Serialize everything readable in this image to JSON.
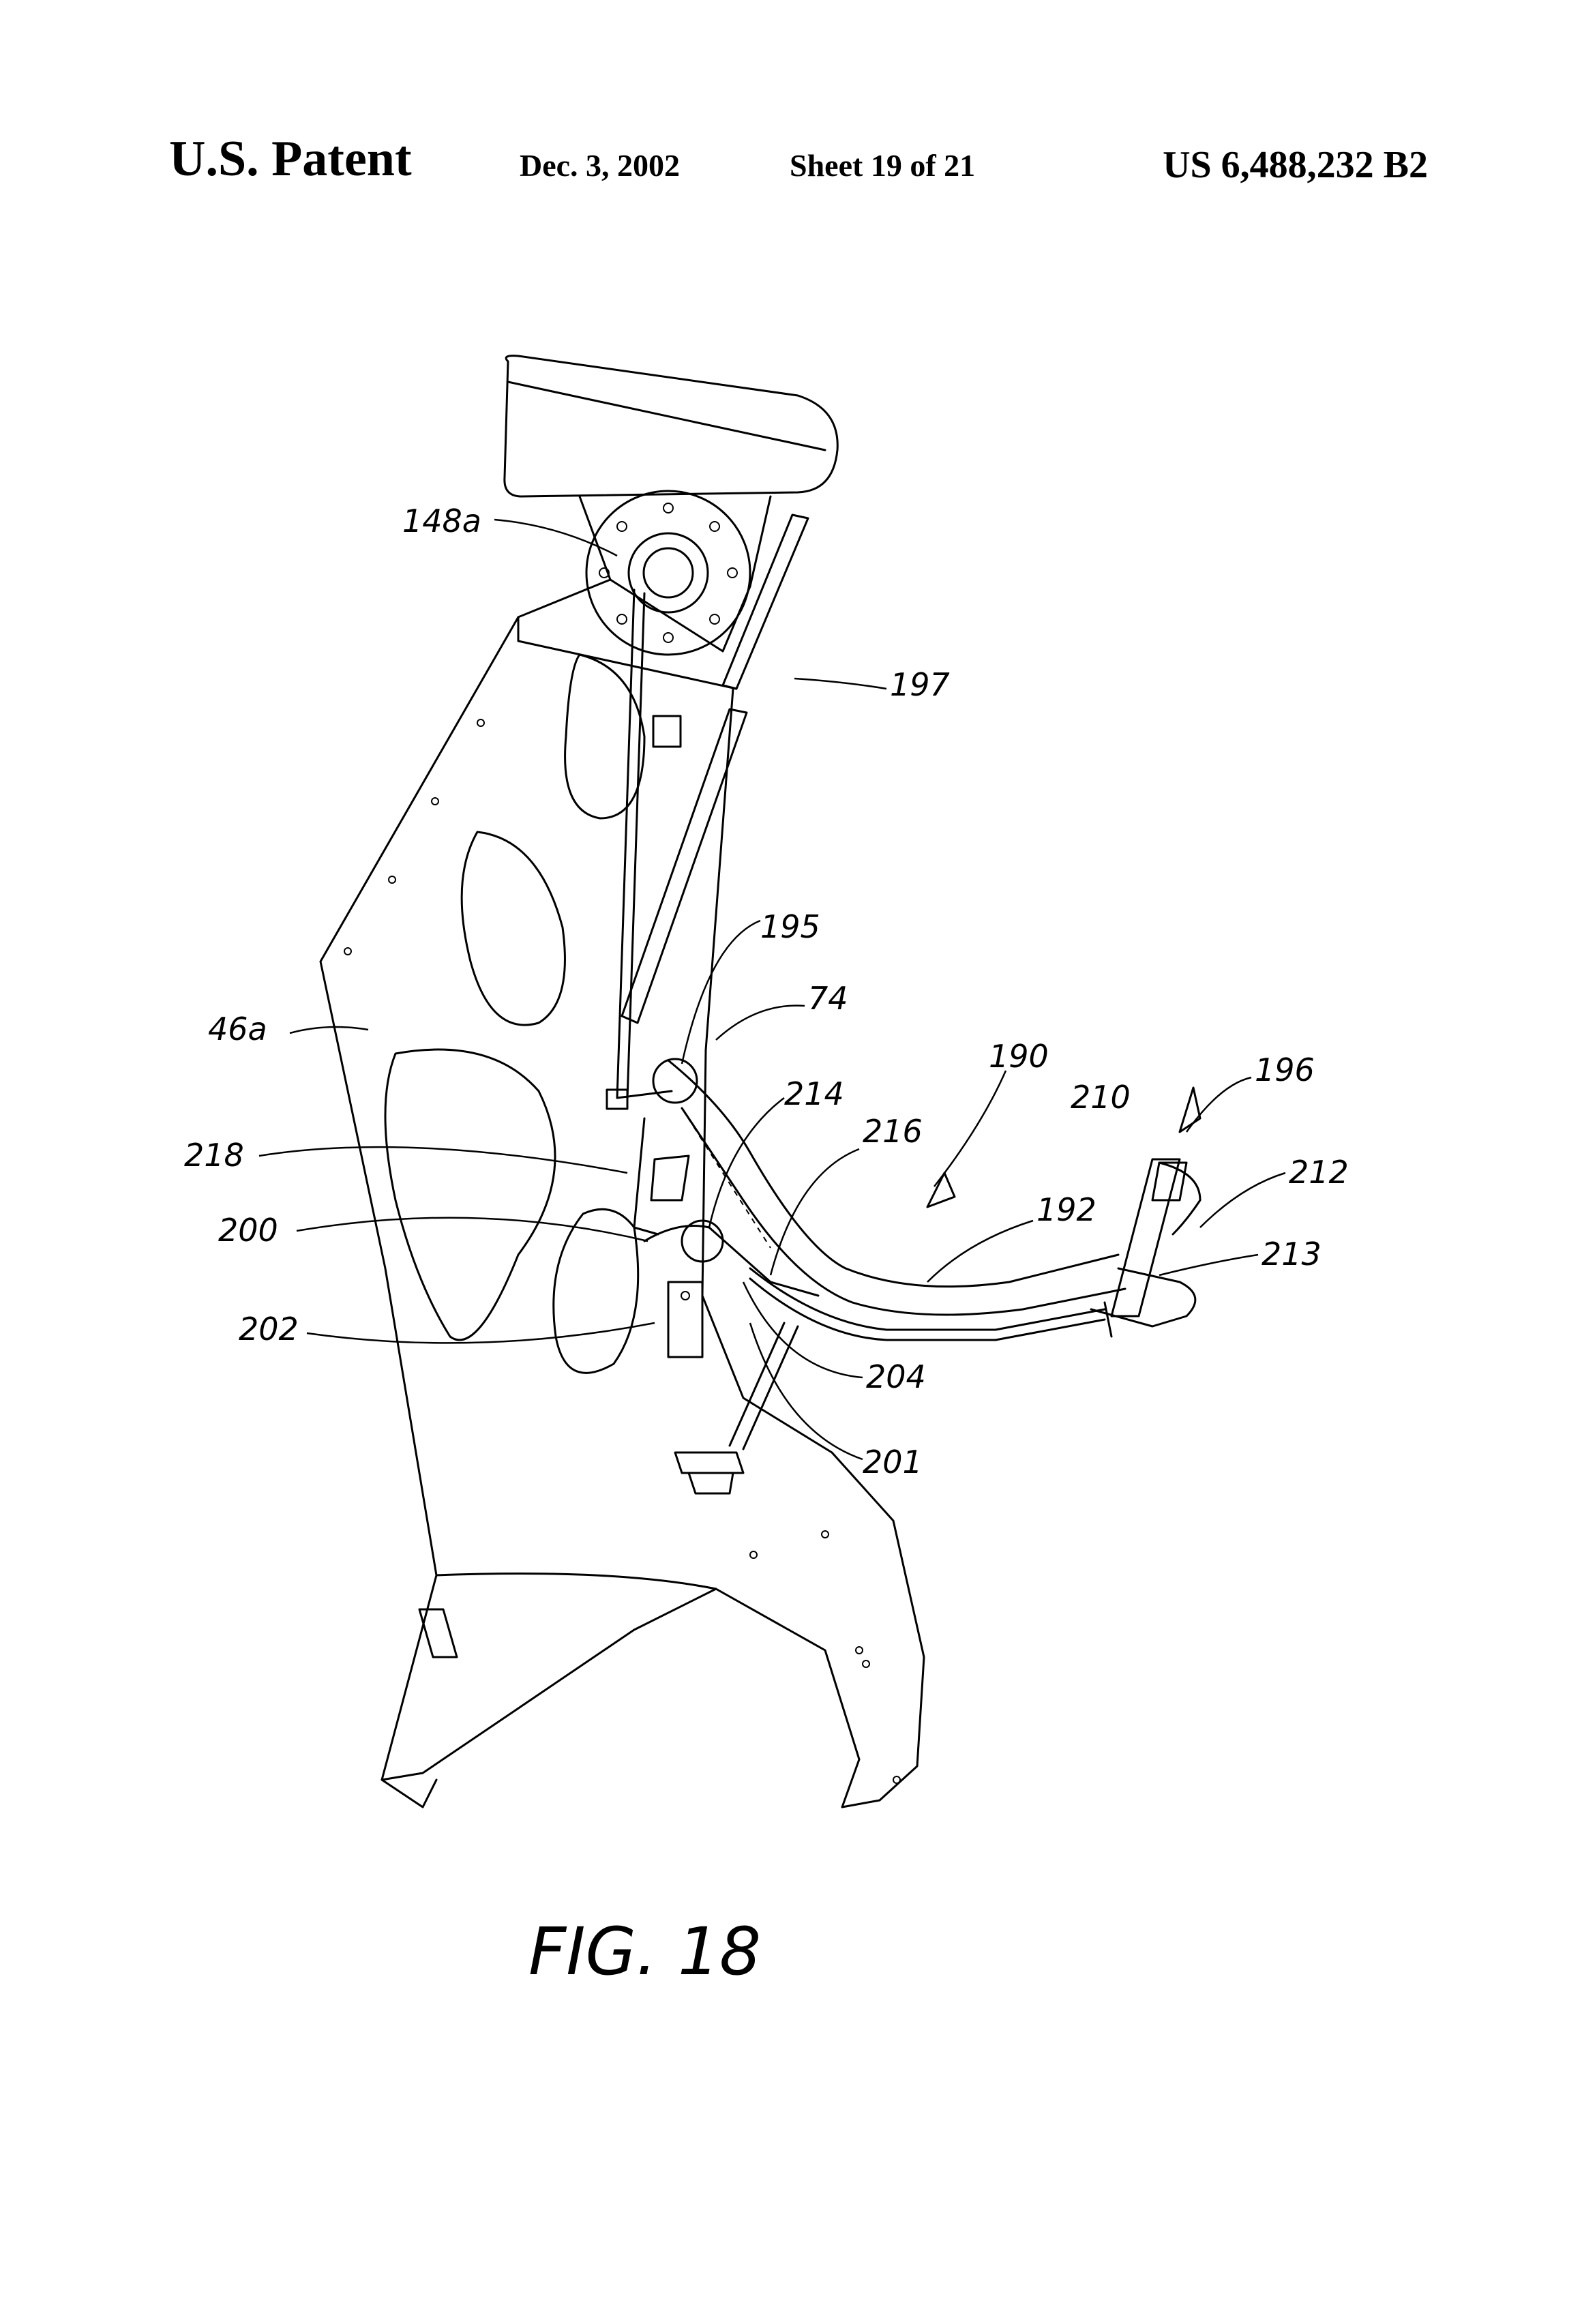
{
  "header": {
    "left": "U.S. Patent",
    "date": "Dec. 3, 2002",
    "sheet": "Sheet 19 of 21",
    "patent_number": "US 6,488,232 B2"
  },
  "figure": {
    "caption": "FIG. 18",
    "labels": {
      "l148a": "148a",
      "l197": "197",
      "l195": "195",
      "l74": "74",
      "l46a": "46a",
      "l190": "190",
      "l196": "196",
      "l214": "214",
      "l210": "210",
      "l216": "216",
      "l218": "218",
      "l212": "212",
      "l192": "192",
      "l200": "200",
      "l213": "213",
      "l202": "202",
      "l204": "204",
      "l201": "201"
    }
  }
}
